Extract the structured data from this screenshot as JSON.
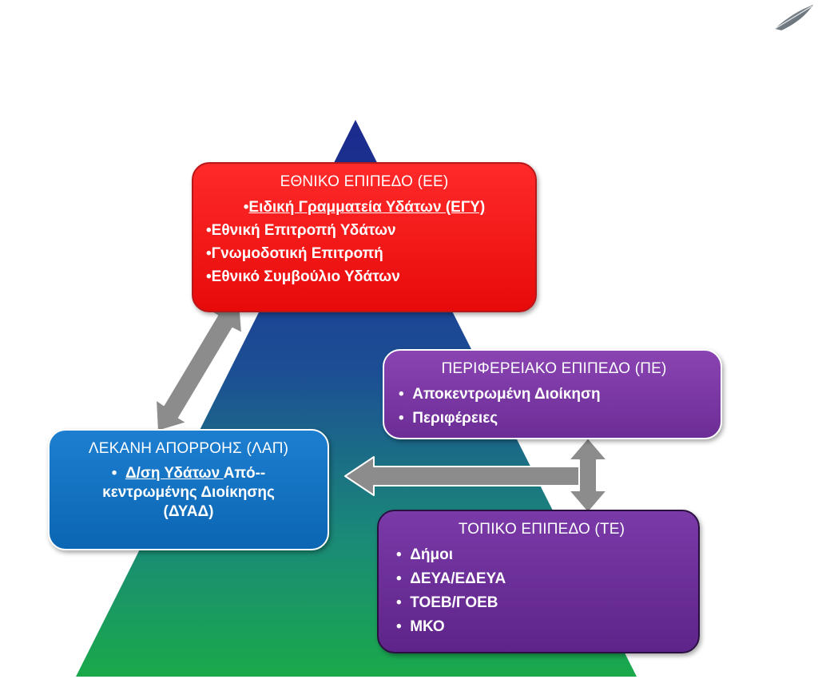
{
  "national": {
    "title": "ΕΘΝΙΚΟ ΕΠΙΠΕΔΟ (ΕΕ)",
    "items": [
      "Ειδική Γραμματεία Υδάτων (ΕΓΥ)",
      "Εθνική Επιτροπή Υδάτων",
      "Γνωμοδοτική  Επιτροπή",
      "Εθνικό Συμβούλιο  Υδάτων"
    ]
  },
  "regional": {
    "title": "ΠΕΡΙΦΕΡΕΙΑΚΟ ΕΠΙΠΕΔΟ (ΠΕ)",
    "items": [
      "Αποκεντρωμένη Διοίκηση",
      "Περιφέρειες"
    ]
  },
  "basin": {
    "title": "ΛΕΚΑΝΗ ΑΠΟΡΡΟΗΣ (ΛΑΠ)",
    "line1_underlined": "Δ/ση Υδάτων ",
    "line1_rest": "Από--",
    "line2": "κεντρωμένης Διοίκησης",
    "line3": "(ΔΥΑΔ)"
  },
  "local": {
    "title": "ΤΟΠΙΚΟ ΕΠΙΠΕΔΟ (ΤΕ)",
    "items": [
      "Δήμοι",
      "ΔΕΥΑ/ΕΔΕΥΑ",
      "ΤΟΕΒ/ΓΟΕΒ",
      "ΜΚΟ"
    ]
  },
  "symbols": {
    "bullet_dot": "•"
  },
  "colors": {
    "pyramid_top": "#1a2a8c",
    "pyramid_bottom": "#1aa64a",
    "national": "#f01414",
    "regional": "#7a38a6",
    "basin": "#0c6cb8",
    "local": "#6a2c96",
    "arrow": "#8a8a8a"
  },
  "icons": {
    "corner_logo": "feather-pen-icon"
  }
}
